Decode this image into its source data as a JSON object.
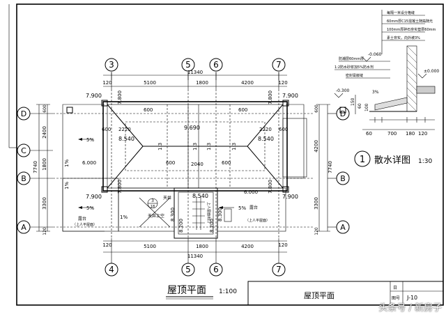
{
  "axis_bubbles": {
    "top": [
      "3",
      "5",
      "6",
      "7"
    ],
    "bottom": [
      "4",
      "5",
      "6",
      "7"
    ],
    "left": [
      "D",
      "C",
      "B",
      "A"
    ],
    "right": [
      "D",
      "B",
      "A"
    ]
  },
  "dims": {
    "top_total": "11340",
    "top_segments": [
      "120",
      "5100",
      "1800",
      "4200",
      "120"
    ],
    "bottom_total": "11340",
    "bottom_segments": [
      "120",
      "5100",
      "1800",
      "4200",
      "120"
    ],
    "left_total": "7740",
    "left_segments": [
      "600",
      "2400",
      "1800",
      "3300",
      "120"
    ],
    "right_total": "7740",
    "right_segments": [
      "600",
      "4200",
      "3300",
      "120"
    ],
    "inner": {
      "w7900_tl": "7.900",
      "w7900_tr": "7.900",
      "w7900_bl": "7.900",
      "w7900_br": "7.900",
      "w7800_l": "7.800",
      "w7800_r": "7.800",
      "w7800_bl": "7.800",
      "w7800_br": "7.800",
      "w2220_l": "2220",
      "w2220_r": "2220",
      "w600_a": "600",
      "w600_b": "600",
      "w600_c": "600",
      "w600_d": "600",
      "w600_e": "600",
      "w600_f": "600",
      "w2040": "2040",
      "e9690": "9.690",
      "e8540_l": "8.540",
      "e8540_r": "8.540",
      "e8540_b": "8.540",
      "e8300_l": "8.300",
      "e8300_r": "8.300",
      "e8200_l": "8.200",
      "e8200_r": "8.200",
      "e6000_l": "6.000",
      "e6000_r": "6.000",
      "slope_a": "1:3",
      "slope_b": "1:3",
      "slope_c": "1:3",
      "slope_d": "1:3",
      "p5_l": "5%",
      "p5_bl": "5%",
      "p5_br": "5%",
      "p1_l": "1%",
      "p1_l2": "1%",
      "p1_b": "1%",
      "terrace_l": "露台",
      "terrace_l_note": "（上人平屋面）",
      "terrace_r": "露台",
      "terrace_r_note": "（上人平屋面）",
      "skylight": "天井",
      "skylight_note": "天井上空",
      "stair_label": "上人屋面出口",
      "detail_ref_num": "3",
      "detail_ref_den": "18"
    }
  },
  "detail": {
    "notes": [
      "每隔一米设分格缝",
      "60mm厚C15混凝土随捣随光",
      "100mm厚碎石夯实垫层60mm",
      "素土夯实，向外坡3%"
    ],
    "left_notes": [
      "防潮层60mm厚",
      "1:2防水砂浆加5%防水剂",
      "密封膏嵌缝"
    ],
    "elev_a": "-0.060",
    "elev_b": "±0.000",
    "elev_c": "-0.300",
    "slope": "3%",
    "dims_bottom": [
      "60",
      "700",
      "180",
      "120"
    ],
    "dims_side": [
      "150",
      "60",
      "100"
    ],
    "title_num": "1",
    "title": "散水详图",
    "scale": "1:30"
  },
  "title_block": {
    "drawing_title": "屋顶平面",
    "scale": "1:100",
    "sheet_name": "屋顶平面",
    "label_a": "日",
    "label_b": "图号",
    "sheet_no": "J-10"
  },
  "watermark": "头条号 / 新房子"
}
